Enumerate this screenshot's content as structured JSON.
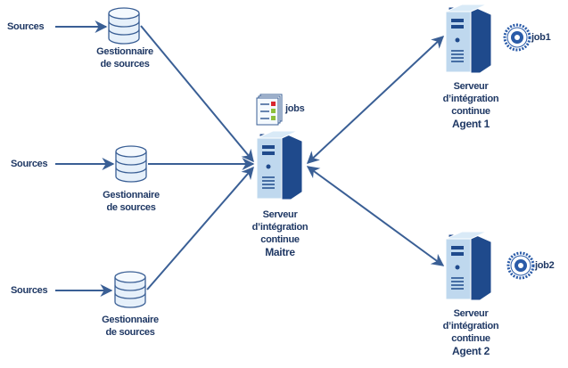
{
  "colors": {
    "arrow": "#3a5f95",
    "text": "#1f3864",
    "server_dark": "#1f4a8c",
    "server_light": "#cfe2f3",
    "db_fill": "#e6f0fa"
  },
  "sources": [
    {
      "label": "Sources",
      "manager": [
        "Gestionnaire",
        "de sources"
      ]
    },
    {
      "label": "Sources",
      "manager": [
        "Gestionnaire",
        "de sources"
      ]
    },
    {
      "label": "Sources",
      "manager": [
        "Gestionnaire",
        "de sources"
      ]
    }
  ],
  "master": {
    "lines": [
      "Serveur",
      "d’intégration",
      "continue",
      "Maitre"
    ],
    "jobs_label": "jobs",
    "icon": "job-list-icon"
  },
  "agents": [
    {
      "lines": [
        "Serveur",
        "d’intégration",
        "continue",
        "Agent 1"
      ],
      "job_label": "job1",
      "icon": "gear-icon"
    },
    {
      "lines": [
        "Serveur",
        "d’intégration",
        "continue",
        "Agent 2"
      ],
      "job_label": "job2",
      "icon": "gear-icon"
    }
  ]
}
